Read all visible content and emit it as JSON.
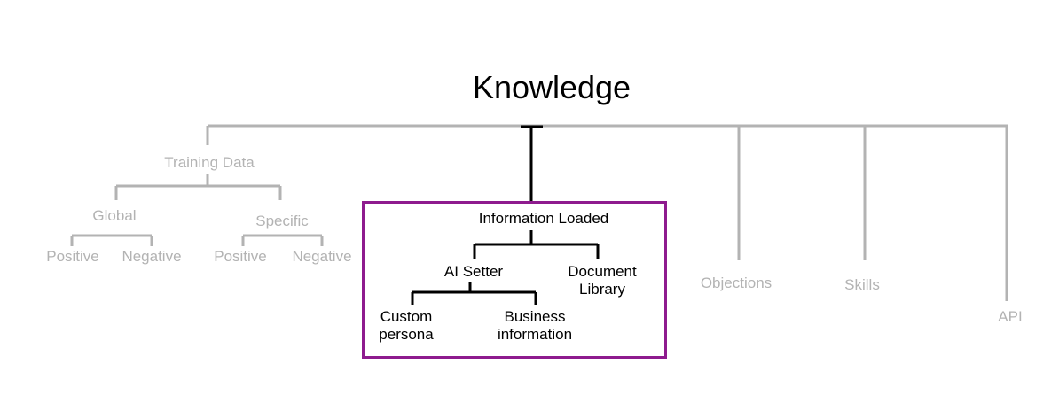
{
  "colors": {
    "muted_text": "#b3b3b3",
    "muted_line": "#b3b3b3",
    "active_text": "#000000",
    "active_line": "#000000",
    "highlight_border": "#8e1b8e"
  },
  "root": {
    "label": "Knowledge"
  },
  "training_data": {
    "label": "Training Data",
    "global": {
      "label": "Global",
      "positive": "Positive",
      "negative": "Negative"
    },
    "specific": {
      "label": "Specific",
      "positive": "Positive",
      "negative": "Negative"
    }
  },
  "information_loaded": {
    "label": "Information Loaded",
    "ai_setter": {
      "label": "AI Setter",
      "custom_persona": [
        "Custom",
        "persona"
      ],
      "business_information": [
        "Business",
        "information"
      ]
    },
    "document_library": [
      "Document",
      "Library"
    ]
  },
  "objections": {
    "label": "Objections"
  },
  "skills": {
    "label": "Skills"
  },
  "api": {
    "label": "API"
  }
}
